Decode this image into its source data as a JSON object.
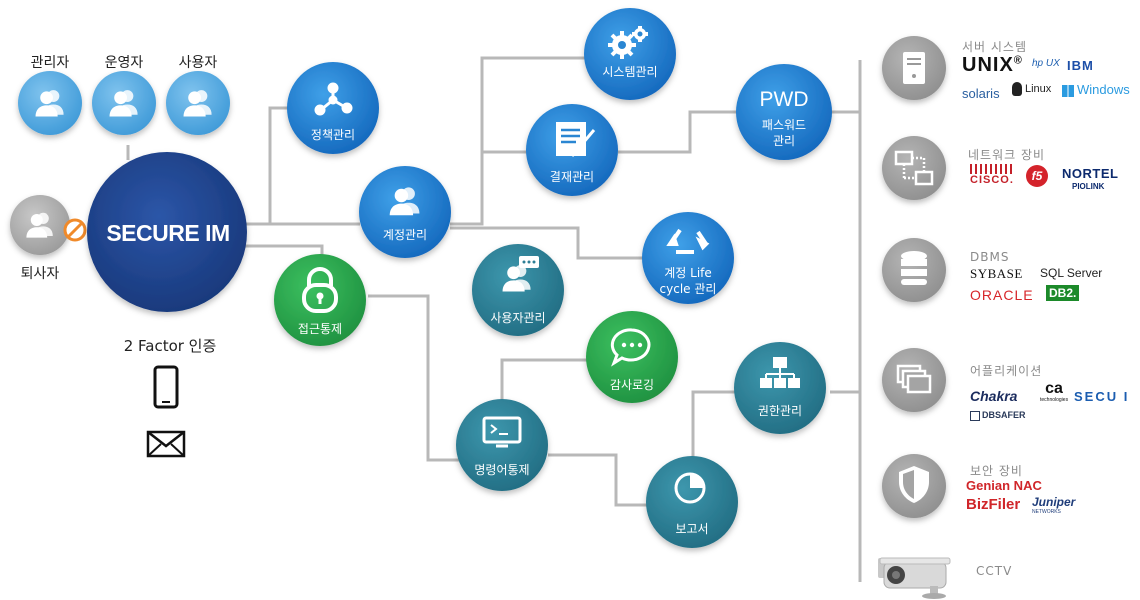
{
  "users": {
    "admin": "관리자",
    "operator": "운영자",
    "user": "사용자",
    "retiree": "퇴사자"
  },
  "core": {
    "title": "SECURE IM"
  },
  "auth": {
    "label": "2 Factor 인증"
  },
  "nodes": {
    "policy": "정책관리",
    "account": "계정관리",
    "access": "접근통제",
    "system": "시스템관리",
    "approval": "결재관리",
    "user_mgmt": "사용자관리",
    "lifecycle_1": "계정 Life",
    "lifecycle_2": "cycle 관리",
    "pwd_title": "PWD",
    "pwd_1": "패스워드",
    "pwd_2": "관리",
    "audit": "감사로깅",
    "command": "명령어통제",
    "privilege": "권한관리",
    "report": "보고서"
  },
  "categories": {
    "server": {
      "title": "서버 시스템",
      "logos": {
        "unix": "UNIX",
        "unix_mark": "®",
        "hpux": "hp UX",
        "ibm": "IBM",
        "solaris": "solaris",
        "linux": "Linux",
        "windows": "Windows"
      }
    },
    "network": {
      "title": "네트워크 장비",
      "logos": {
        "cisco": "CISCO.",
        "f5": "f5",
        "nortel": "NORTEL",
        "piolink": "PIOLINK"
      }
    },
    "dbms": {
      "title": "DBMS",
      "logos": {
        "sybase": "SYBASE",
        "sqlserver": "SQL Server",
        "oracle": "ORACLE",
        "db2": "DB2."
      }
    },
    "app": {
      "title": "어플리케이션",
      "logos": {
        "chakra": "Chakra",
        "ca": "ca",
        "ca_sub": "technologies",
        "secui": "SECU I",
        "dbsafer": "DBSAFER"
      }
    },
    "security": {
      "title": "보안 장비",
      "logos": {
        "genian": "Genian NAC",
        "bizfiler": "BizFiler",
        "juniper": "Juniper",
        "juniper_sub": "NETWORKS"
      }
    },
    "cctv": {
      "title": "CCTV"
    }
  },
  "colors": {
    "core": "#1e3f8c",
    "blue_dark": "#1a6fc4",
    "blue_light": "#2f8fdc",
    "green": "#2aa64a",
    "teal": "#2d7f96",
    "gray_icon": "#9a9a9a",
    "line": "#b4b4b4"
  }
}
